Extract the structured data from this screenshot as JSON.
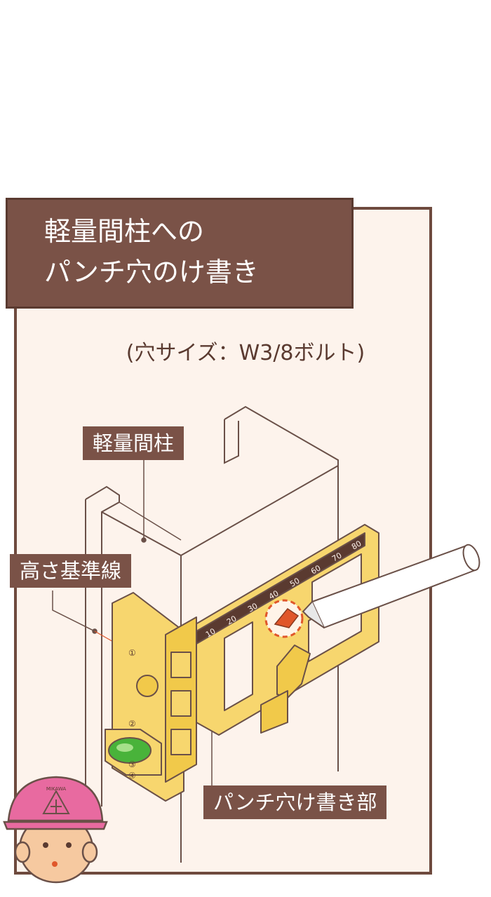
{
  "title": {
    "line1": "軽量間柱への",
    "line2": "パンチ穴のけ書き"
  },
  "subtitle": "(穴サイズ：W3/8ボルト)",
  "labels": {
    "stud": "軽量間柱",
    "height_reference_line": "高さ基準線",
    "punch_marking_part": "パンチ穴け書き部"
  },
  "ruler_ticks": [
    "10",
    "20",
    "30",
    "40",
    "50",
    "60",
    "70",
    "80"
  ],
  "gauge_marks": [
    "①",
    "②",
    "③",
    "④"
  ],
  "helmet_logo": "MIKAWA",
  "colors": {
    "title_bg": "#7a5247",
    "panel_bg": "#fdf3ec",
    "tool_yellow": "#f7d66e",
    "level_green": "#49b33a",
    "helmet_pink": "#e86aa0",
    "marker_red": "#e0572a"
  }
}
